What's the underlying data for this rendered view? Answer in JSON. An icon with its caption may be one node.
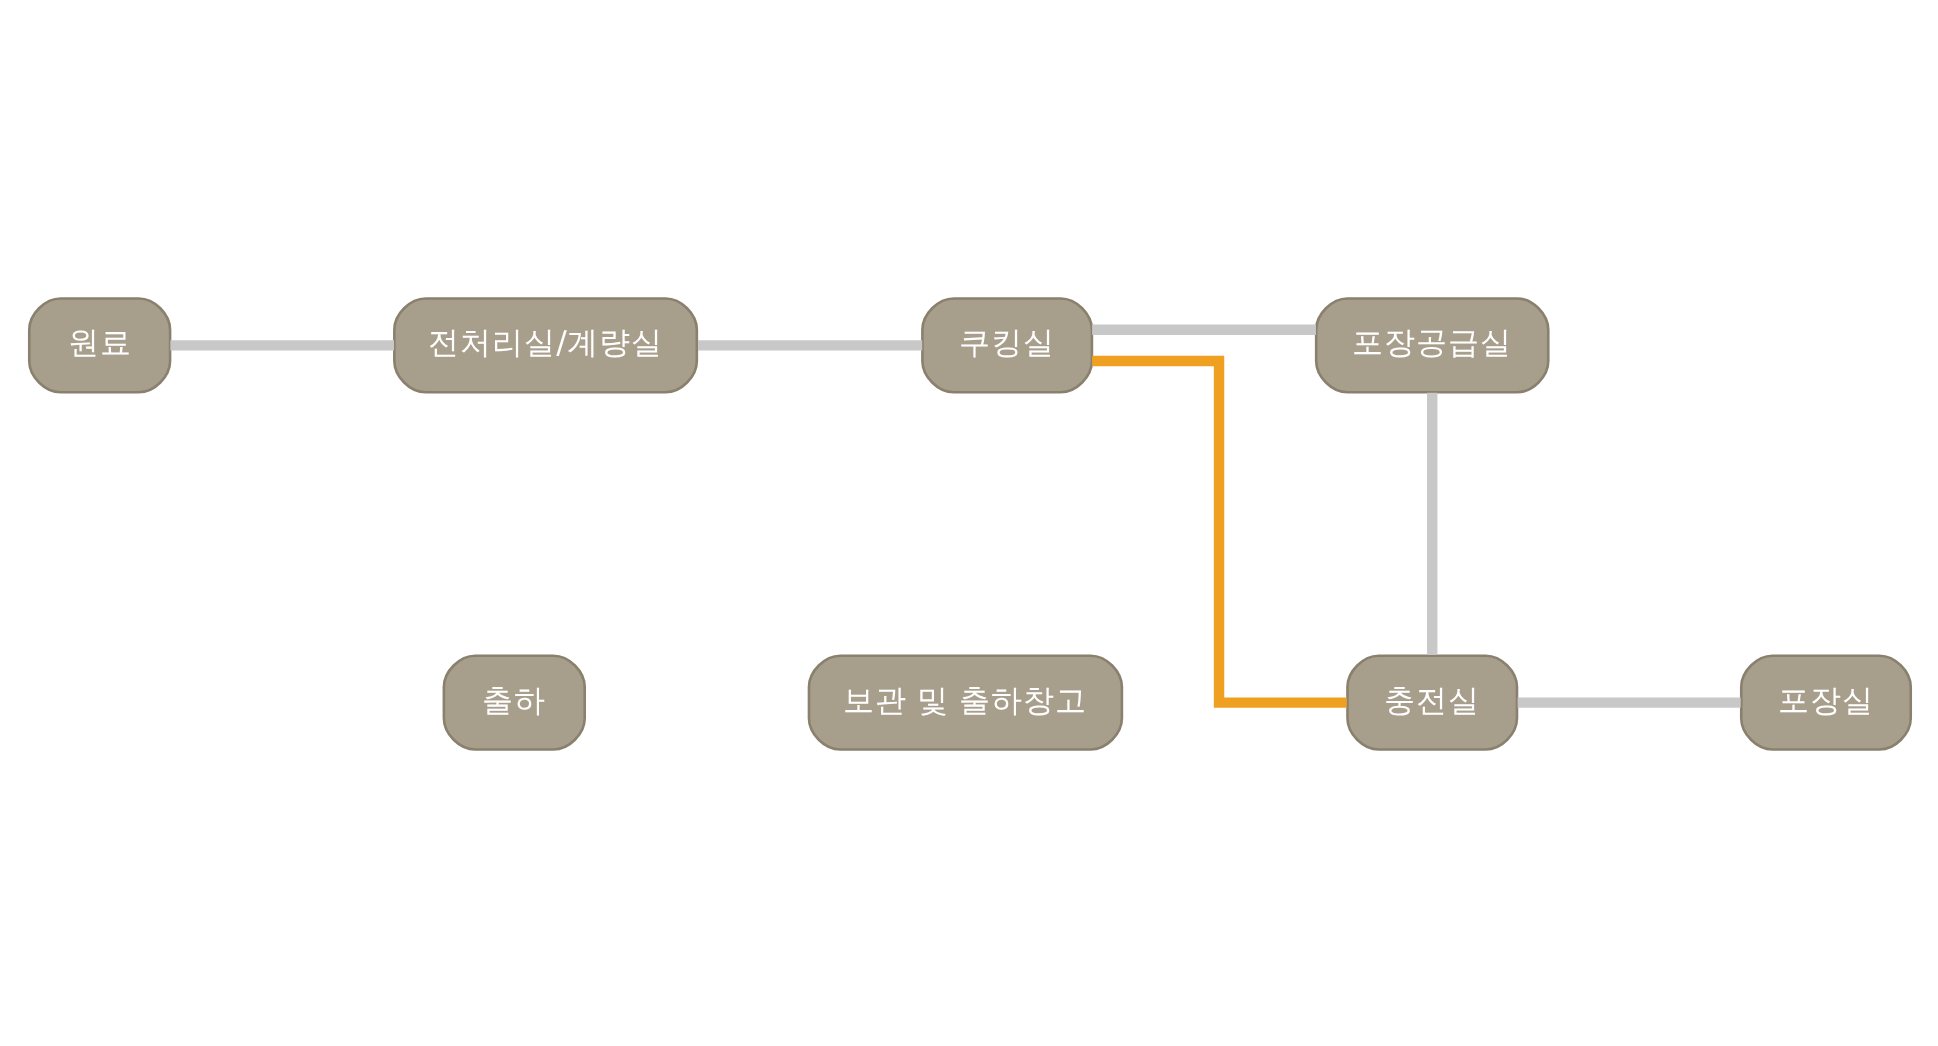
{
  "diagram": {
    "nodes": [
      {
        "text": [
          "원료"
        ]
      },
      {
        "text": [
          "전처리실/계량실"
        ]
      },
      {
        "text": [
          "쿠킹실"
        ]
      },
      {
        "text": [
          "포장공급실"
        ]
      },
      {
        "text": [
          "충전실"
        ]
      },
      {
        "text": [
          "포장실"
        ]
      },
      {
        "text": [
          "보관 및 출하창고"
        ]
      },
      {
        "text": [
          "출하"
        ]
      }
    ],
    "edges": [
      {
        "from": 0,
        "to": 1,
        "arrow": "none"
      },
      {
        "from": 1,
        "to": 2,
        "arrow": "none"
      },
      {
        "from": 2,
        "to": 3,
        "arrow": "none"
      },
      {
        "from": 3,
        "to": 4,
        "arrow": "none"
      },
      {
        "from": 2,
        "to": 4,
        "arrow": "none",
        "color": "#f0a020"
      },
      {
        "from": 4,
        "to": 5,
        "arrow": "none"
      }
    ]
  }
}
